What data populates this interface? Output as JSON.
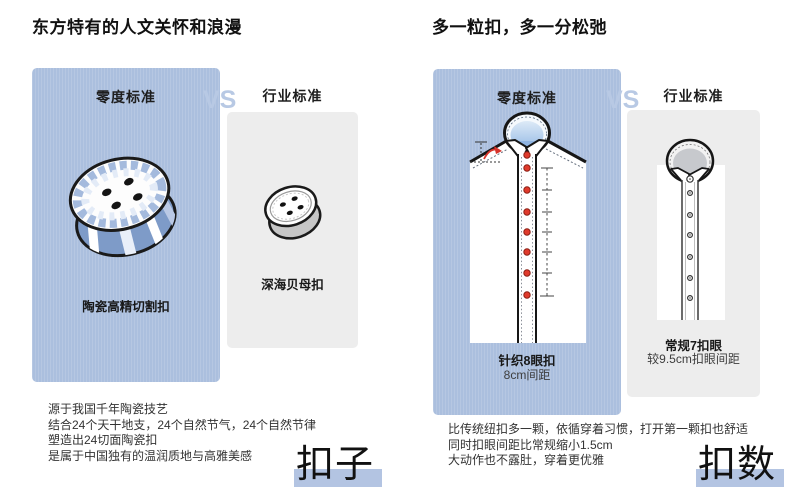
{
  "colors": {
    "card_blue": "#abbfde",
    "card_gray": "#ededed",
    "vs_blue": "#b8c9e4",
    "button_red": "#e03a2c",
    "keyword_highlight": "#b3c4e2"
  },
  "left_panel": {
    "title": "东方特有的人文关怀和浪漫",
    "zero_card": {
      "heading": "零度标准",
      "label": "陶瓷高精切割扣"
    },
    "vs_label": "VS",
    "industry_card": {
      "heading": "行业标准",
      "label": "深海贝母扣"
    },
    "description_lines": [
      "源于我国千年陶瓷技艺",
      "结合24个天干地支，24个自然节气，24个自然节律",
      "塑造出24切面陶瓷扣",
      "是属于中国独有的温润质地与高雅美感"
    ],
    "keyword": "扣子"
  },
  "right_panel": {
    "title": "多一粒扣，多一分松弛",
    "zero_card": {
      "heading": "零度标准",
      "label": "针织8眼扣",
      "sublabel": "8cm间距"
    },
    "vs_label": "VS",
    "industry_card": {
      "heading": "行业标准",
      "label": "常规7扣眼",
      "sublabel": "较9.5cm扣眼间距"
    },
    "description_lines": [
      "比传统纽扣多一颗，依循穿着习惯，打开第一颗扣也舒适",
      "同时扣眼间距比常规缩小1.5cm",
      "大动作也不露肚，穿着更优雅"
    ],
    "keyword": "扣数"
  }
}
